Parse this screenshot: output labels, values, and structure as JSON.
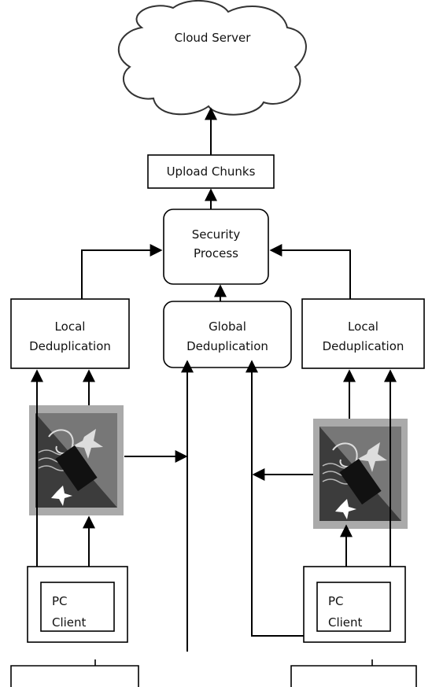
{
  "diagram": {
    "cloud": {
      "label": "Cloud Server"
    },
    "upload": {
      "label": "Upload Chunks"
    },
    "security": {
      "line1": "Security",
      "line2": "Process"
    },
    "local_left": {
      "line1": "Local",
      "line2": "Deduplication"
    },
    "global": {
      "line1": "Global",
      "line2": "Deduplication"
    },
    "local_right": {
      "line1": "Local",
      "line2": "Deduplication"
    },
    "client_left": {
      "line1": "PC",
      "line2": "Client"
    },
    "client_right": {
      "line1": "PC",
      "line2": "Client"
    }
  },
  "colors": {
    "line": "#000000",
    "cloud_stroke": "#333333",
    "stamp_dark": "#3c3c3c",
    "stamp_mid": "#777777"
  },
  "icons": [
    "cloud-icon",
    "stamp-phone-icon"
  ]
}
